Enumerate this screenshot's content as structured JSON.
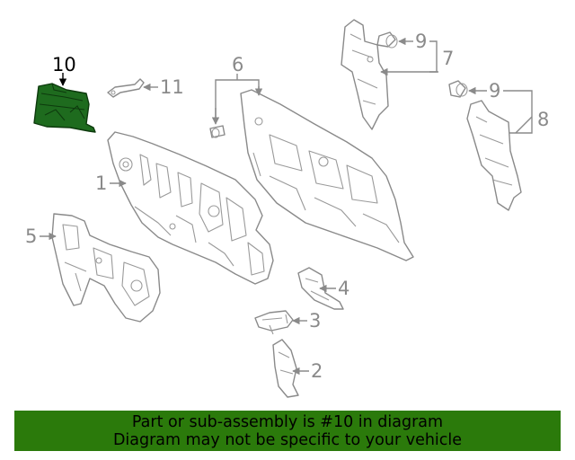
{
  "callouts": {
    "c1": "1",
    "c2": "2",
    "c3": "3",
    "c4": "4",
    "c5": "5",
    "c6": "6",
    "c7": "7",
    "c8": "8",
    "c9a": "9",
    "c9b": "9",
    "c10": "10",
    "c11": "11"
  },
  "banner": {
    "line1": "Part or sub-assembly is #10 in diagram",
    "line2": "Diagram may not be specific to your vehicle"
  },
  "colors": {
    "highlight": "#1e6b1e",
    "banner": "#2b7a0b",
    "line": "#8a8a8a"
  }
}
